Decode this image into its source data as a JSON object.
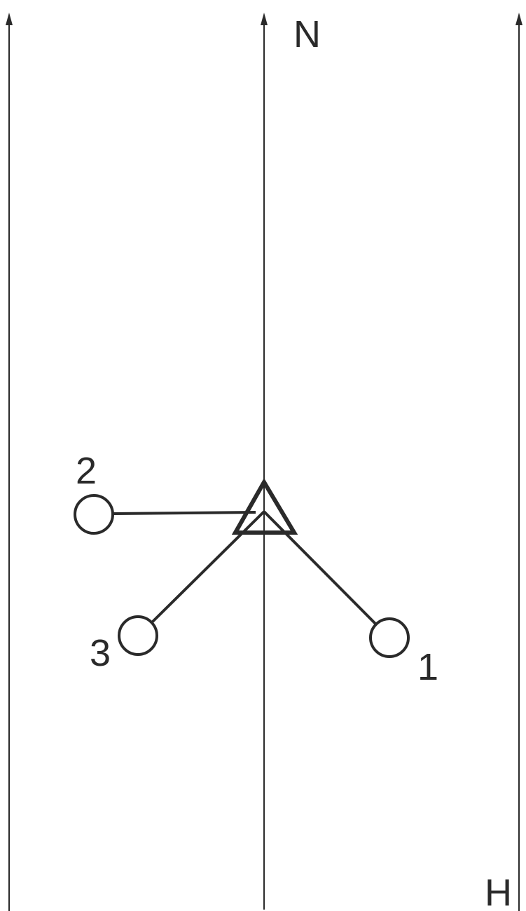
{
  "labels": {
    "north": "N",
    "h": "H",
    "point_1": "1",
    "point_2": "2",
    "point_3": "3"
  },
  "colors": {
    "stroke": "#2a2a2a",
    "background": "#ffffff"
  }
}
